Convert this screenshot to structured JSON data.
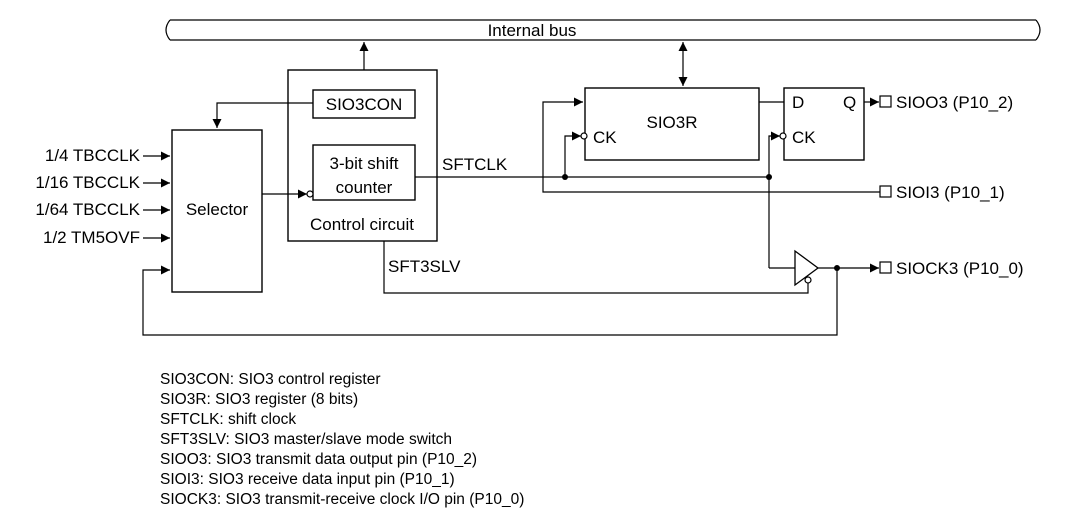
{
  "bus": {
    "label": "Internal bus"
  },
  "control": {
    "register": "SIO3CON",
    "counter_line1": "3-bit shift",
    "counter_line2": "counter",
    "caption": "Control circuit"
  },
  "selector": {
    "label": "Selector",
    "inputs": [
      "1/4 TBCCLK",
      "1/16 TBCCLK",
      "1/64 TBCCLK",
      "1/2 TM5OVF"
    ]
  },
  "shift_register": {
    "label": "SIO3R",
    "ck": "CK"
  },
  "flipflop": {
    "d": "D",
    "q": "Q",
    "ck": "CK"
  },
  "signals": {
    "sftclk": "SFTCLK",
    "sft3slv": "SFT3SLV"
  },
  "pins": [
    "SIOO3 (P10_2)",
    "SIOI3 (P10_1)",
    "SIOCK3 (P10_0)"
  ],
  "legend": [
    "SIO3CON: SIO3 control register",
    "SIO3R: SIO3 register (8 bits)",
    "SFTCLK: shift clock",
    "SFT3SLV: SIO3 master/slave mode switch",
    "SIOO3: SIO3 transmit data output pin (P10_2)",
    "SIOI3: SIO3 receive data input pin (P10_1)",
    "SIOCK3: SIO3 transmit-receive clock I/O pin (P10_0)"
  ]
}
